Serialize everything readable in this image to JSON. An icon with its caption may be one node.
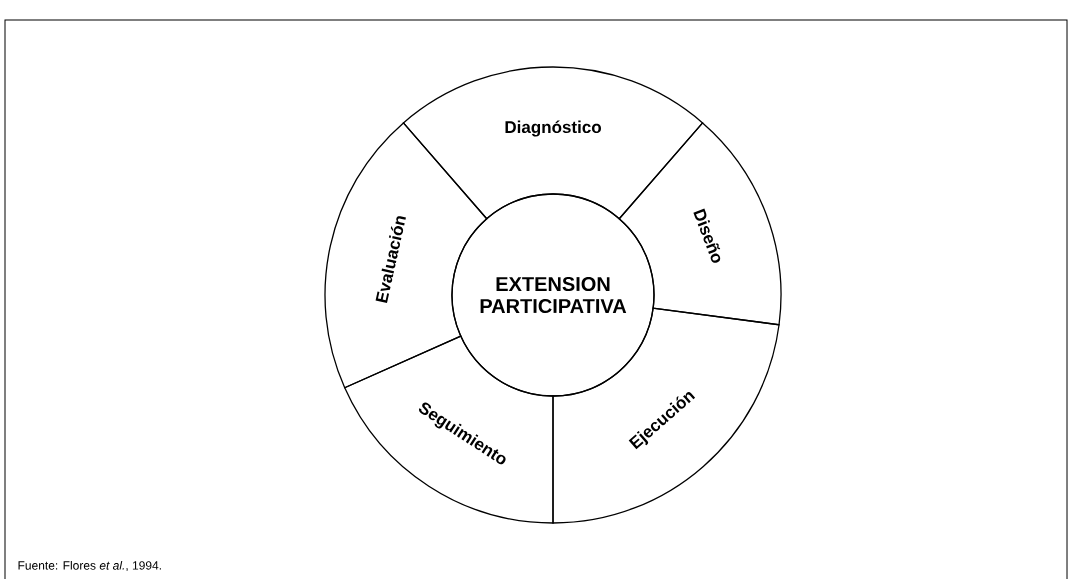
{
  "diagram": {
    "caption": "Fuente: Flores *et al.*, 1994.",
    "nodes": [
      {
        "text": [
          "EXTENSION PARTICIPATIVA"
        ]
      },
      {
        "text": [
          "Diagnóstico"
        ]
      },
      {
        "text": [
          "Diseño"
        ]
      },
      {
        "text": [
          "Ejecución"
        ]
      },
      {
        "text": [
          "Seguimiento"
        ]
      },
      {
        "text": [
          "Evaluación"
        ]
      }
    ],
    "edges": []
  }
}
